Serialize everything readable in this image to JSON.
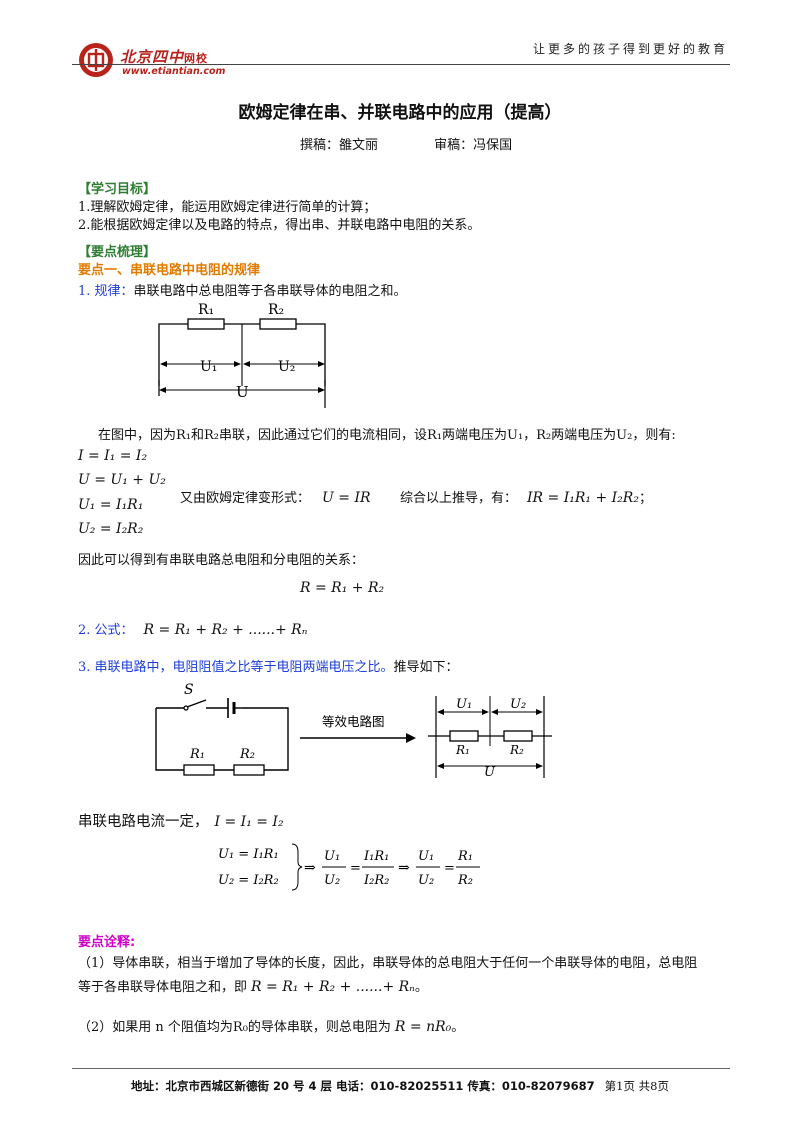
{
  "header": {
    "brand": "北京四中",
    "brand_suffix": "网校",
    "url": "www.etiantian.com",
    "slogan": "让更多的孩子得到更好的教育"
  },
  "title": "欧姆定律在串、并联电路中的应用（提高）",
  "authors": {
    "writer": "撰稿：雒文丽",
    "reviewer": "审稿：冯保国"
  },
  "goals": {
    "heading": "【学习目标】",
    "items": [
      "1.理解欧姆定律，能运用欧姆定律进行简单的计算；",
      "2.能根据欧姆定律以及电路的特点，得出串、并联电路中电阻的关系。"
    ]
  },
  "points": {
    "heading": "【要点梳理】",
    "sub1": "要点一、串联电路中电阻的规律",
    "rule_label": "1. 规律：",
    "rule_text": "串联电路中总电阻等于各串联导体的电阻之和。",
    "para1": "在图中，因为R₁和R₂串联，因此通过它们的电流相同，设R₁两端电压为U₁，R₂两端电压为U₂，则有:",
    "eqs": [
      "I = I₁ = I₂",
      "U = U₁ + U₂",
      "U₁ = I₁R₁",
      "U₂ = I₂R₂"
    ],
    "also_text": "又由欧姆定律变形式：",
    "also_eq": "U = IR",
    "combine_text": "综合以上推导，有：",
    "combine_eq": "IR = I₁R₁ + I₂R₂",
    "combine_tail": "；",
    "conclude_text": "因此可以得到有串联电路总电阻和分电阻的关系：",
    "conclude_eq": "R = R₁ + R₂",
    "formula_label": "2. 公式：",
    "formula_eq": "R = R₁ + R₂ + ......+ Rₙ",
    "ratio_text": "3. 串联电路中，电阻阻值之比等于电阻两端电压之比。",
    "ratio_tail": "推导如下：",
    "current_text": "串联电路电流一定，",
    "current_eq": "I = I₁ = I₂"
  },
  "diagrams": {
    "d1": {
      "r1": "R₁",
      "r2": "R₂",
      "u1": "U₁",
      "u2": "U₂",
      "u": "U"
    },
    "d2": {
      "s": "S",
      "r1": "R₁",
      "r2": "R₂",
      "arrow_label": "等效电路图"
    },
    "d3": {
      "u1": "U₁",
      "u2": "U₂",
      "r1": "R₁",
      "r2": "R₂",
      "u": "U"
    },
    "deriv": {
      "l1": "U₁ = I₁R₁",
      "l2": "U₂ = I₂R₂",
      "f1n": "U₁",
      "f1d": "U₂",
      "f2n": "I₁R₁",
      "f2d": "I₂R₂",
      "f3n": "U₁",
      "f3d": "U₂",
      "f4n": "R₁",
      "f4d": "R₂"
    }
  },
  "notes": {
    "heading": "要点诠释:",
    "p1a": "（1）导体串联，相当于增加了导体的长度，因此，串联导体的总电阻大于任何一个串联导体的电阻，总电阻",
    "p1b": "等于各串联导体电阻之和，即",
    "p1eq": "R = R₁ + R₂ + ......+ Rₙ",
    "p1tail": "。",
    "p2": "（2）如果用 n 个阻值均为R₀的导体串联，则总电阻为",
    "p2eq": "R = nR₀",
    "p2tail": "。"
  },
  "footer": {
    "address": "地址：北京市西城区新德街 20 号 4 层  电话：010-82025511  传真：010-82079687",
    "page": "第1页  共8页"
  },
  "colors": {
    "brand": "#b8241c",
    "goal": "#2e7d32",
    "point": "#e07b00",
    "blue": "#1d3fd8",
    "note": "#d000c8"
  }
}
